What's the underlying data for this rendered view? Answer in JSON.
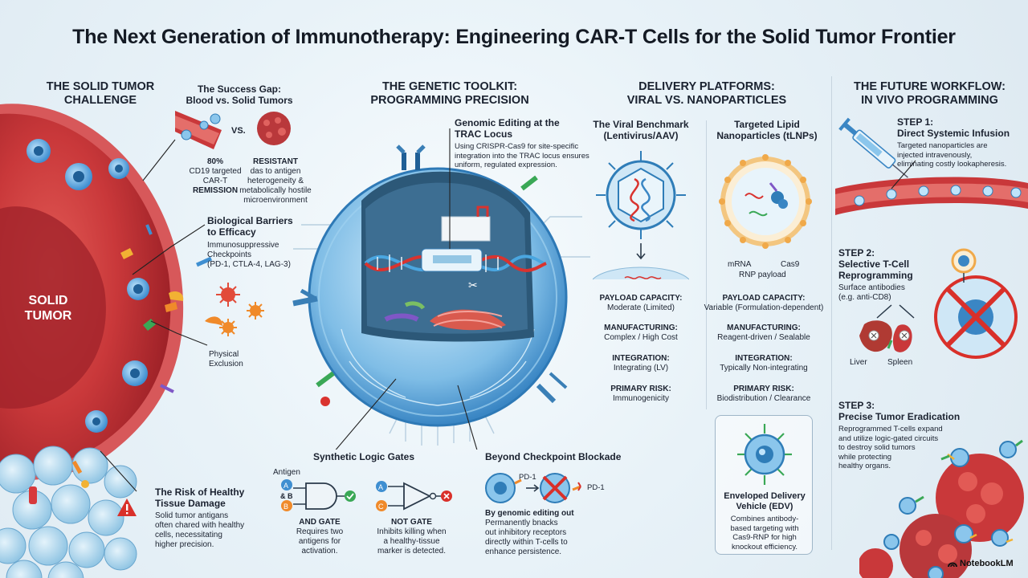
{
  "title": "The Next Generation of Immunotherapy: Engineering CAR-T Cells for the Solid Tumor Frontier",
  "sections": {
    "challenge": {
      "heading_1": "THE SOLID TUMOR",
      "heading_2": "CHALLENGE",
      "tumor_label_1": "SOLID",
      "tumor_label_2": "TUMOR",
      "gap_title_1": "The Success Gap:",
      "gap_title_2": "Blood vs. Solid Tumors",
      "vs": "VS.",
      "remission_pct": "80%",
      "remission_1": "CD19 targeted",
      "remission_2": "CAR-T",
      "remission_3": "REMISSION",
      "resistant_title": "RESISTANT",
      "resistant_1": "das to antigen",
      "resistant_2": "heterogeneity &",
      "resistant_3": "metabolically hostile",
      "resistant_4": "microenvironment",
      "barriers_title_1": "Biological Barriers",
      "barriers_title_2": "to Efficacy",
      "barriers_1": "Immunosuppressive",
      "barriers_2": "Checkpoints",
      "barriers_3": "(PD-1, CTLA-4, LAG-3)",
      "physical_1": "Physical",
      "physical_2": "Exclusion",
      "risk_title_1": "The Risk of Healthy",
      "risk_title_2": "Tissue Damage",
      "risk_1": "Solid tumor antigans",
      "risk_2": "often chared with healthy",
      "risk_3": "cells, necessitating",
      "risk_4": "higher precision."
    },
    "toolkit": {
      "heading_1": "THE GENETIC TOOLKIT:",
      "heading_2": "PROGRAMMING PRECISION",
      "trac_title_1": "Genomic Editing at the",
      "trac_title_2": "TRAC Locus",
      "trac_1": "Using CRISPR-Cas9 for site-specific",
      "trac_2": "integration into the TRAC locus ensures",
      "trac_3": "uniform, regulated expression.",
      "logic_title": "Synthetic Logic Gates",
      "antigen": "Antigen",
      "a": "A",
      "b": "B",
      "ab": "& B",
      "c": "C",
      "and_title": "AND GATE",
      "and_1": "Requires two",
      "and_2": "antigens for",
      "and_3": "activation.",
      "not_title": "NOT GATE",
      "not_1": "Inhibits killing when",
      "not_2": "a healthy-tissue",
      "not_3": "marker is detected.",
      "checkpoint_title": "Beyond Checkpoint Blockade",
      "pd1_a": "PD-1",
      "pd1_b": "PD-1",
      "checkpoint_sub": "By genomic editing out",
      "checkpoint_1": "Permanently bnacks",
      "checkpoint_2": "out inhibitory receptors",
      "checkpoint_3": "directly within T-cells to",
      "checkpoint_4": "enhance persistence."
    },
    "delivery": {
      "heading_1": "DELIVERY PLATFORMS:",
      "heading_2": "VIRAL VS. NANOPARTICLES",
      "viral_title_1": "The Viral Benchmark",
      "viral_title_2": "(Lentivirus/AAV)",
      "lnp_title_1": "Targeted Lipid",
      "lnp_title_2": "Nanoparticles (tLNPs)",
      "mrna": "mRNA",
      "cas9": "Cas9",
      "rnp": "RNP payload",
      "viral_rows": [
        {
          "label": "PAYLOAD CAPACITY:",
          "value": "Moderate (Limited)"
        },
        {
          "label": "MANUFACTURING:",
          "value": "Complex / High Cost"
        },
        {
          "label": "INTEGRATION:",
          "value": "Integrating (LV)"
        },
        {
          "label": "PRIMARY RISK:",
          "value": "Immunogenicity"
        }
      ],
      "lnp_rows": [
        {
          "label": "PAYLOAD CAPACITY:",
          "value": "Variable (Formulation-dependent)"
        },
        {
          "label": "MANUFACTURING:",
          "value": "Reagent-driven / Sealable"
        },
        {
          "label": "INTEGRATION:",
          "value": "Typically Non-integrating"
        },
        {
          "label": "PRIMARY RISK:",
          "value": "Biodistribution / Clearance"
        }
      ],
      "edv_title_1": "Enveloped Delivery",
      "edv_title_2": "Vehicle (EDV)",
      "edv_1": "Combines antibody-",
      "edv_2": "based targeting with",
      "edv_3": "Cas9-RNP for high",
      "edv_4": "knockout efficiency."
    },
    "future": {
      "heading_1": "THE FUTURE WORKFLOW:",
      "heading_2": "IN VIVO PROGRAMMING",
      "step1_title_1": "STEP 1:",
      "step1_title_2": "Direct Systemic Infusion",
      "step1_1": "Targeted nanoparticles are",
      "step1_2": "injected intravenously,",
      "step1_3": "eliminating costly lookapheresis.",
      "step2_title_1": "STEP 2:",
      "step2_title_2": "Selective T-Cell",
      "step2_title_3": "Reprogramming",
      "step2_1": "Surface antibodies",
      "step2_2": "(e.g. anti-CD8)",
      "liver": "Liver",
      "spleen": "Spleen",
      "step3_title_1": "STEP 3:",
      "step3_title_2": "Precise Tumor Eradication",
      "step3_1": "Reprogrammed T-cells expand",
      "step3_2": "and utilize logic-gated circuits",
      "step3_3": "to destroy solid tumors",
      "step3_4": "while protecting",
      "step3_5": "healthy organs."
    }
  },
  "logo": "NotebookLM",
  "colors": {
    "tumor": "#c9383a",
    "tcell": "#3f8fd1",
    "accent_green": "#3aa856",
    "warning": "#d9302a"
  }
}
